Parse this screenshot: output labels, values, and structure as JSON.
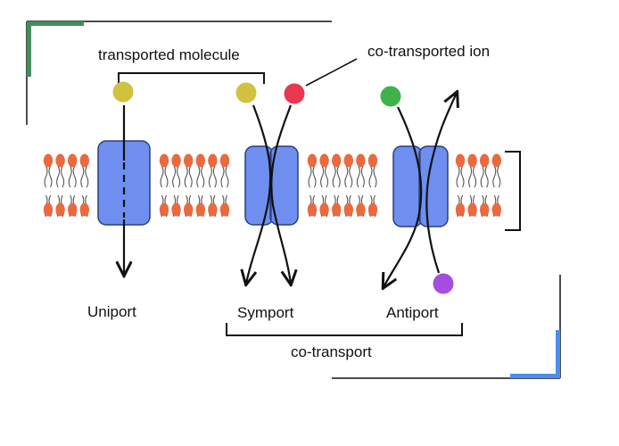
{
  "labels": {
    "transported_molecule": "transported molecule",
    "co_transported_ion": "co-transported ion",
    "uniport": "Uniport",
    "symport": "Symport",
    "antiport": "Antiport",
    "co_transport": "co-transport"
  },
  "colors": {
    "molecule": "#d0c23f",
    "co_ion_red": "#e8384f",
    "co_ion_green": "#3fb34a",
    "co_ion_purple": "#a44de0",
    "protein": "#6e8ff0",
    "phospholipid_head": "#ea6a3f",
    "frame_green": "#3f8f5a",
    "frame_blue": "#4a8ff0"
  }
}
